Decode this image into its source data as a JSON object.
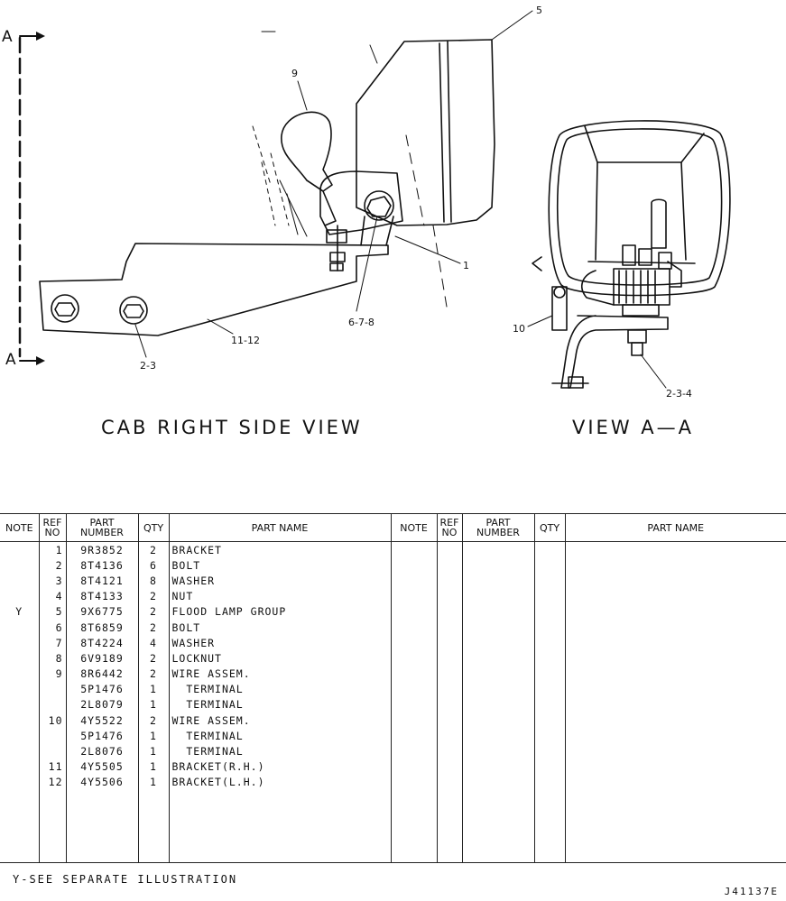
{
  "drawing": {
    "section_marker": "A",
    "views": {
      "side": "CAB RIGHT SIDE VIEW",
      "section": "VIEW A—A"
    },
    "callouts": [
      "5",
      "9",
      "1",
      "6-7-8",
      "11-12",
      "2-3",
      "10",
      "2-3-4"
    ]
  },
  "table": {
    "headers": {
      "note": "NOTE",
      "ref_line1": "REF",
      "ref_line2": "NO",
      "part_line1": "PART",
      "part_line2": "NUMBER",
      "qty": "QTY",
      "name": "PART NAME"
    },
    "rows": [
      {
        "note": "",
        "ref": "1",
        "part": "9R3852",
        "qty": "2",
        "name": "BRACKET"
      },
      {
        "note": "",
        "ref": "2",
        "part": "8T4136",
        "qty": "6",
        "name": "BOLT"
      },
      {
        "note": "",
        "ref": "3",
        "part": "8T4121",
        "qty": "8",
        "name": "WASHER"
      },
      {
        "note": "",
        "ref": "4",
        "part": "8T4133",
        "qty": "2",
        "name": "NUT"
      },
      {
        "note": "Y",
        "ref": "5",
        "part": "9X6775",
        "qty": "2",
        "name": "FLOOD LAMP GROUP"
      },
      {
        "note": "",
        "ref": "6",
        "part": "8T6859",
        "qty": "2",
        "name": "BOLT"
      },
      {
        "note": "",
        "ref": "7",
        "part": "8T4224",
        "qty": "4",
        "name": "WASHER"
      },
      {
        "note": "",
        "ref": "8",
        "part": "6V9189",
        "qty": "2",
        "name": "LOCKNUT"
      },
      {
        "note": "",
        "ref": "9",
        "part": "8R6442",
        "qty": "2",
        "name": "WIRE ASSEM."
      },
      {
        "note": "",
        "ref": "",
        "part": "5P1476",
        "qty": "1",
        "name": "  TERMINAL"
      },
      {
        "note": "",
        "ref": "",
        "part": "2L8079",
        "qty": "1",
        "name": "  TERMINAL"
      },
      {
        "note": "",
        "ref": "10",
        "part": "4Y5522",
        "qty": "2",
        "name": "WIRE ASSEM."
      },
      {
        "note": "",
        "ref": "",
        "part": "5P1476",
        "qty": "1",
        "name": "  TERMINAL"
      },
      {
        "note": "",
        "ref": "",
        "part": "2L8076",
        "qty": "1",
        "name": "  TERMINAL"
      },
      {
        "note": "",
        "ref": "11",
        "part": "4Y5505",
        "qty": "1",
        "name": "BRACKET(R.H.)"
      },
      {
        "note": "",
        "ref": "12",
        "part": "4Y5506",
        "qty": "1",
        "name": "BRACKET(L.H.)"
      }
    ]
  },
  "footnote": "Y-SEE SEPARATE ILLUSTRATION",
  "drawing_number": "J41137E"
}
